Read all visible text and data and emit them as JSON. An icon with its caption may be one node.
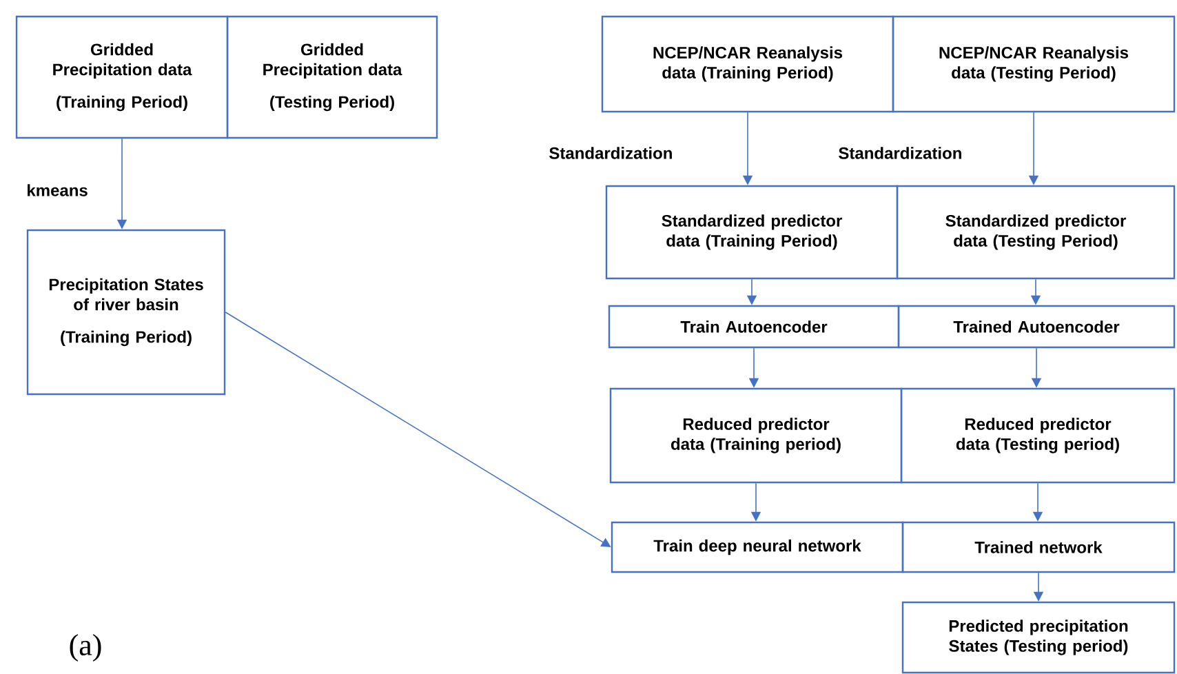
{
  "diagram": {
    "nodes": [
      {
        "text": [
          "Gridded Precipitation data",
          "(Training Period)"
        ]
      },
      {
        "text": [
          "Gridded Precipitation data",
          "(Testing Period)"
        ]
      },
      {
        "text": [
          "Precipitation States of river basin",
          "(Training Period)"
        ]
      },
      {
        "text": [
          "NCEP/NCAR Reanalysis data (Training Period)"
        ]
      },
      {
        "text": [
          "NCEP/NCAR Reanalysis data (Testing Period)"
        ]
      },
      {
        "text": [
          "Standardized predictor data (Training Period)"
        ]
      },
      {
        "text": [
          "Standardized predictor data (Testing Period)"
        ]
      },
      {
        "text": [
          "Train Autoencoder"
        ]
      },
      {
        "text": [
          "Trained Autoencoder"
        ]
      },
      {
        "text": [
          "Reduced predictor data (Training period)"
        ]
      },
      {
        "text": [
          "Reduced predictor data (Testing period)"
        ]
      },
      {
        "text": [
          "Train deep neural network"
        ]
      },
      {
        "text": [
          "Trained network"
        ]
      },
      {
        "text": [
          "Predicted precipitation States (Testing period)"
        ]
      }
    ],
    "edges": [
      {
        "from": 0,
        "to": 2,
        "arrow": "to",
        "label": "kmeans"
      },
      {
        "from": 3,
        "to": 5,
        "arrow": "to",
        "label": "Standardization"
      },
      {
        "from": 4,
        "to": 6,
        "arrow": "to",
        "label": "Standardization"
      },
      {
        "from": 5,
        "to": 7,
        "arrow": "to"
      },
      {
        "from": 6,
        "to": 8,
        "arrow": "to"
      },
      {
        "from": 7,
        "to": 9,
        "arrow": "to"
      },
      {
        "from": 8,
        "to": 10,
        "arrow": "to"
      },
      {
        "from": 9,
        "to": 11,
        "arrow": "to"
      },
      {
        "from": 10,
        "to": 12,
        "arrow": "to"
      },
      {
        "from": 2,
        "to": 11,
        "arrow": "to"
      },
      {
        "from": 12,
        "to": 13,
        "arrow": "to"
      }
    ],
    "labels": [
      "(a)"
    ]
  }
}
